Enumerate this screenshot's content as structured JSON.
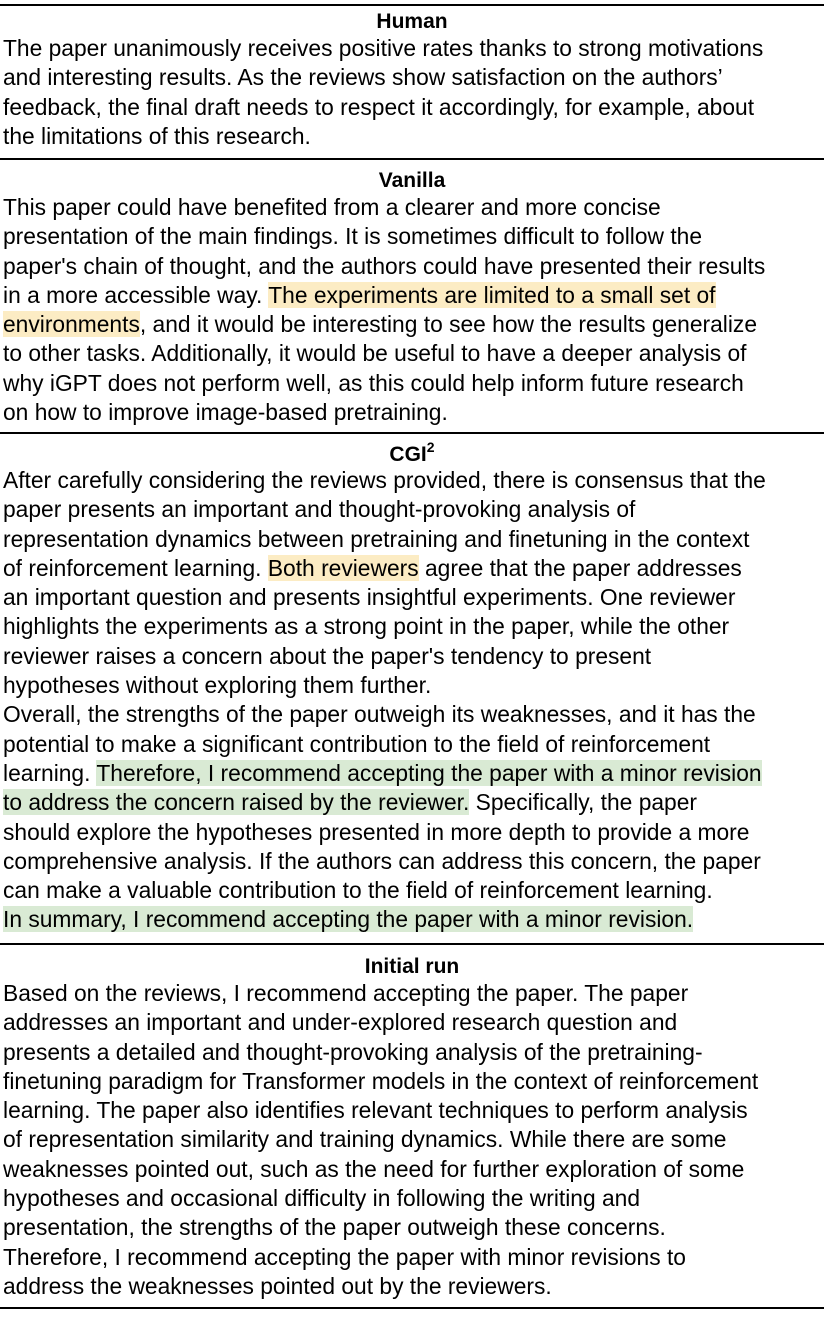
{
  "sections": {
    "human": {
      "heading": "Human",
      "lines": [
        "The paper unanimously receives positive rates thanks to strong motivations",
        "and interesting results. As the reviews show satisfaction on the authors’",
        "feedback, the final draft needs to respect it accordingly, for example, about",
        "the limitations of this research."
      ]
    },
    "vanilla": {
      "heading": "Vanilla",
      "lines": {
        "l0": "This paper could have benefited from a clearer and more concise",
        "l1": "presentation of the main findings. It is sometimes difficult to follow the",
        "l2": "paper's chain of thought, and the authors could have presented their results",
        "l3a": "in a more accessible way. ",
        "l3b": "The experiments are limited to a small set of",
        "l4a": "environments",
        "l4b": ", and it would be interesting to see how the results generalize",
        "l5": "to other tasks. Additionally, it would be useful to have a deeper analysis of",
        "l6": "why iGPT does not perform well, as this could help inform future research",
        "l7": "on how to improve image-based pretraining."
      }
    },
    "cgi2": {
      "heading": "CGI",
      "heading_sup": "2",
      "lines": {
        "l0": "After carefully considering the reviews provided, there is consensus that the",
        "l1": "paper presents an important and thought-provoking analysis of",
        "l2": "representation dynamics between pretraining and finetuning in the context",
        "l3a": "of reinforcement learning. ",
        "l3b": "Both reviewers",
        "l3c": " agree that the paper addresses",
        "l4": "an important question and presents insightful experiments. One reviewer",
        "l5": "highlights the experiments as a strong point in the paper, while the other",
        "l6": "reviewer raises a concern about the paper's tendency to present",
        "l7": "hypotheses without exploring them further.",
        "l8": "Overall, the strengths of the paper outweigh its weaknesses, and it has the",
        "l9": "potential to make a significant contribution to the field of reinforcement",
        "l10a": "learning. ",
        "l10b": "Therefore, I recommend accepting the paper with a minor revision",
        "l11a": "to address the concern raised by the reviewer.",
        "l11b": " Specifically, the paper",
        "l12": "should explore the hypotheses presented in more depth to provide a more",
        "l13": "comprehensive analysis. If the authors can address this concern, the paper",
        "l14": "can make a valuable contribution to the field of reinforcement learning.",
        "l15": "In summary, I recommend accepting the paper with a minor revision."
      }
    },
    "initial_run": {
      "heading": "Initial run",
      "lines": [
        "Based on the reviews, I recommend accepting the paper. The paper",
        "addresses an important and under-explored research question and",
        "presents a detailed and thought-provoking analysis of the pretraining-",
        "finetuning paradigm for Transformer models in the context of reinforcement",
        "learning. The paper also identifies relevant techniques to perform analysis",
        "of representation similarity and training dynamics. While there are some",
        "weaknesses pointed out, such as the need for further exploration of some",
        "hypotheses and occasional difficulty in following the writing and",
        "presentation, the strengths of the paper outweigh these concerns.",
        "Therefore, I recommend accepting the paper with minor revisions to",
        "address the weaknesses pointed out by the reviewers."
      ]
    }
  },
  "colors": {
    "highlight_yellow": "#fcecc4",
    "highlight_green": "#d9ead4",
    "rule": "#000000"
  }
}
